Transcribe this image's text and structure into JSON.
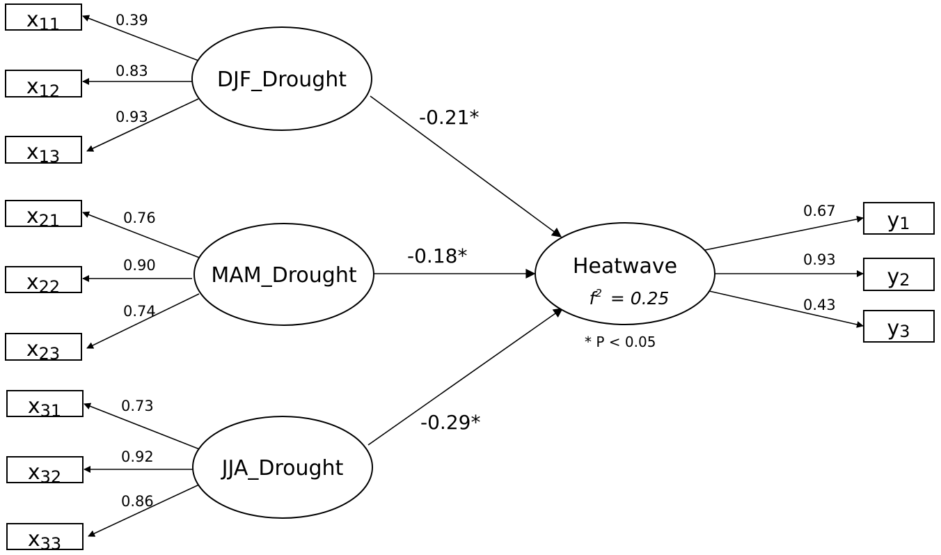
{
  "latents": {
    "djf": "DJF_Drought",
    "mam": "MAM_Drought",
    "jja": "JJA_Drought",
    "heatwave": "Heatwave",
    "heatwave_effect": {
      "symbol": "f",
      "power": "2",
      "rest": "= 0.25"
    }
  },
  "indicators": {
    "x11": {
      "base": "x",
      "sub": "11"
    },
    "x12": {
      "base": "x",
      "sub": "12"
    },
    "x13": {
      "base": "x",
      "sub": "13"
    },
    "x21": {
      "base": "x",
      "sub": "21"
    },
    "x22": {
      "base": "x",
      "sub": "22"
    },
    "x23": {
      "base": "x",
      "sub": "23"
    },
    "x31": {
      "base": "x",
      "sub": "31"
    },
    "x32": {
      "base": "x",
      "sub": "32"
    },
    "x33": {
      "base": "x",
      "sub": "33"
    },
    "y1": {
      "base": "y",
      "sub": "1"
    },
    "y2": {
      "base": "y",
      "sub": "2"
    },
    "y3": {
      "base": "y",
      "sub": "3"
    }
  },
  "loadings": {
    "x11": "0.39",
    "x12": "0.83",
    "x13": "0.93",
    "x21": "0.76",
    "x22": "0.90",
    "x23": "0.74",
    "x31": "0.73",
    "x32": "0.92",
    "x33": "0.86",
    "y1": "0.67",
    "y2": "0.93",
    "y3": "0.43"
  },
  "paths": {
    "djf_heatwave": "-0.21*",
    "mam_heatwave": "-0.18*",
    "jja_heatwave": "-0.29*"
  },
  "note": "* P < 0.05"
}
